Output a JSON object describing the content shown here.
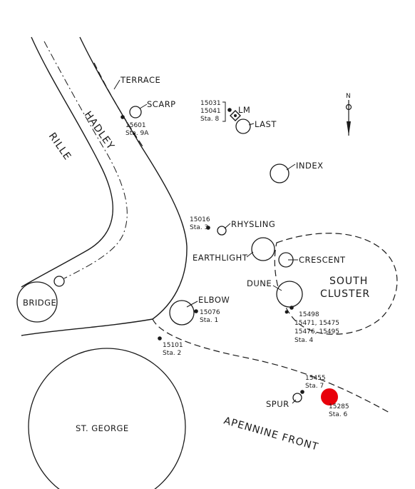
{
  "map": {
    "features": {
      "rille_line1": "HADLEY",
      "rille_line2": "RILLE",
      "south_cluster_line1": "SOUTH",
      "south_cluster_line2": "CLUSTER",
      "apennine_front": "APENNINE FRONT"
    },
    "craters": {
      "terrace": "TERRACE",
      "scarp": "SCARP",
      "last": "LAST",
      "index": "INDEX",
      "rhysling": "RHYSLING",
      "earthlight": "EARTHLIGHT",
      "crescent": "CRESCENT",
      "dune": "DUNE",
      "elbow": "ELBOW",
      "bridge": "BRIDGE",
      "st_george": "ST. GEORGE",
      "spur": "SPUR"
    },
    "lm": "LM",
    "stations": {
      "lm": {
        "line1": "15031",
        "line2": "15041",
        "line3": "Sta. 8"
      },
      "s9a": {
        "line1": "15601",
        "line2": "Sta. 9A"
      },
      "s3": {
        "line1": "15016",
        "line2": "Sta. 3"
      },
      "s1": {
        "line1": "15076",
        "line2": "Sta. 1"
      },
      "s2": {
        "line1": "15101",
        "line2": "Sta. 2"
      },
      "s4": {
        "line1": "15498",
        "line2": "15471, 15475",
        "line3": "15476, 15495",
        "line4": "Sta. 4"
      },
      "s7": {
        "line1": "15455",
        "line2": "Sta. 7"
      },
      "s6": {
        "line1": "15285",
        "line2": "Sta. 6"
      }
    },
    "north": "N",
    "marker_color": "#e8000b"
  }
}
